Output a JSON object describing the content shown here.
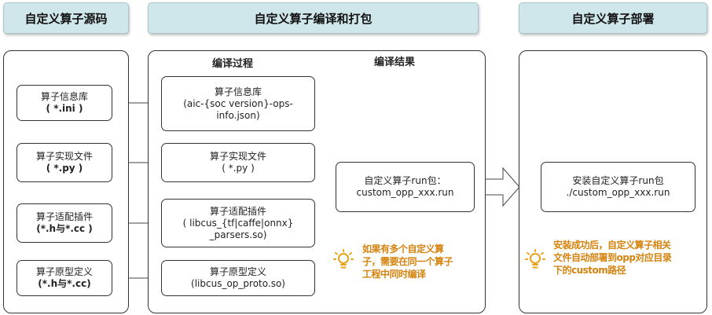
{
  "headers": {
    "source": "自定义算子源码",
    "build": "自定义算子编译和打包",
    "deploy": "自定义算子部署"
  },
  "subheaders": {
    "process": "编译过程",
    "result": "编译结果"
  },
  "source_boxes": [
    {
      "line1": "算子信息库",
      "line2": "( *.ini )"
    },
    {
      "line1": "算子实现文件",
      "line2": "( *.py )"
    },
    {
      "line1": "算子适配插件",
      "line2": "(*.h与*.cc )"
    },
    {
      "line1": "算子原型定义",
      "line2": "(*.h与*.cc)"
    }
  ],
  "process_boxes": [
    {
      "line1": "算子信息库",
      "line2": "(aic-{soc version}-ops-",
      "line3": "info.json)"
    },
    {
      "line1": "算子实现文件",
      "line2": "( *.py )",
      "line3": ""
    },
    {
      "line1": "算子适配插件",
      "line2": "( libcus_{tf|caffe|onnx}",
      "line3": "_parsers.so)"
    },
    {
      "line1": "算子原型定义",
      "line2": "(libcus_op_proto.so)",
      "line3": ""
    }
  ],
  "result_box": {
    "line1": "自定义算子run包：",
    "line2": "custom_opp_xxx.run"
  },
  "deploy_box": {
    "line1": "安装自定义算子run包",
    "line2": "./custom_opp_xxx.run"
  },
  "notes": {
    "build": [
      "如果有多个自定义算",
      "子，需要在同一个算子",
      "工程中同时编译"
    ],
    "deploy": [
      "安装成功后，自定义算子相关",
      "文件自动部署到opp对应目录",
      "下的custom路径"
    ]
  },
  "colors": {
    "header_fill": "#cfe6ea",
    "note": "#d4830f",
    "bulb": "#e8a21a"
  },
  "icons": {
    "note": "lightbulb-icon",
    "flow": "arrow-right-icon"
  }
}
